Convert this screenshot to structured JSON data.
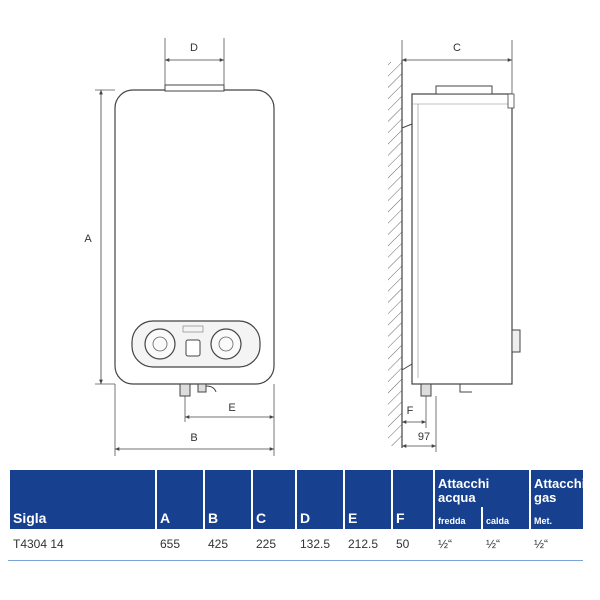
{
  "dimension_labels": {
    "a": "A",
    "b": "B",
    "c": "C",
    "d": "D",
    "e": "E",
    "f": "F",
    "depth": "97"
  },
  "table": {
    "headers": {
      "sigla": "Sigla",
      "a": "A",
      "b": "B",
      "c": "C",
      "d": "D",
      "e": "E",
      "f": "F",
      "water_group": "Attacchi acqua",
      "gas_group": "Attacchi gas",
      "cold": "fredda",
      "hot": "calda",
      "met": "Met."
    },
    "row": {
      "sigla": "T4304 14",
      "a": "655",
      "b": "425",
      "c": "225",
      "d": "132.5",
      "e": "212.5",
      "f": "50",
      "cold": "½“",
      "hot": "½“",
      "gas": "½“"
    }
  },
  "colors": {
    "header_bg": "#17418f",
    "header_text": "#ffffff",
    "line": "#555555"
  }
}
